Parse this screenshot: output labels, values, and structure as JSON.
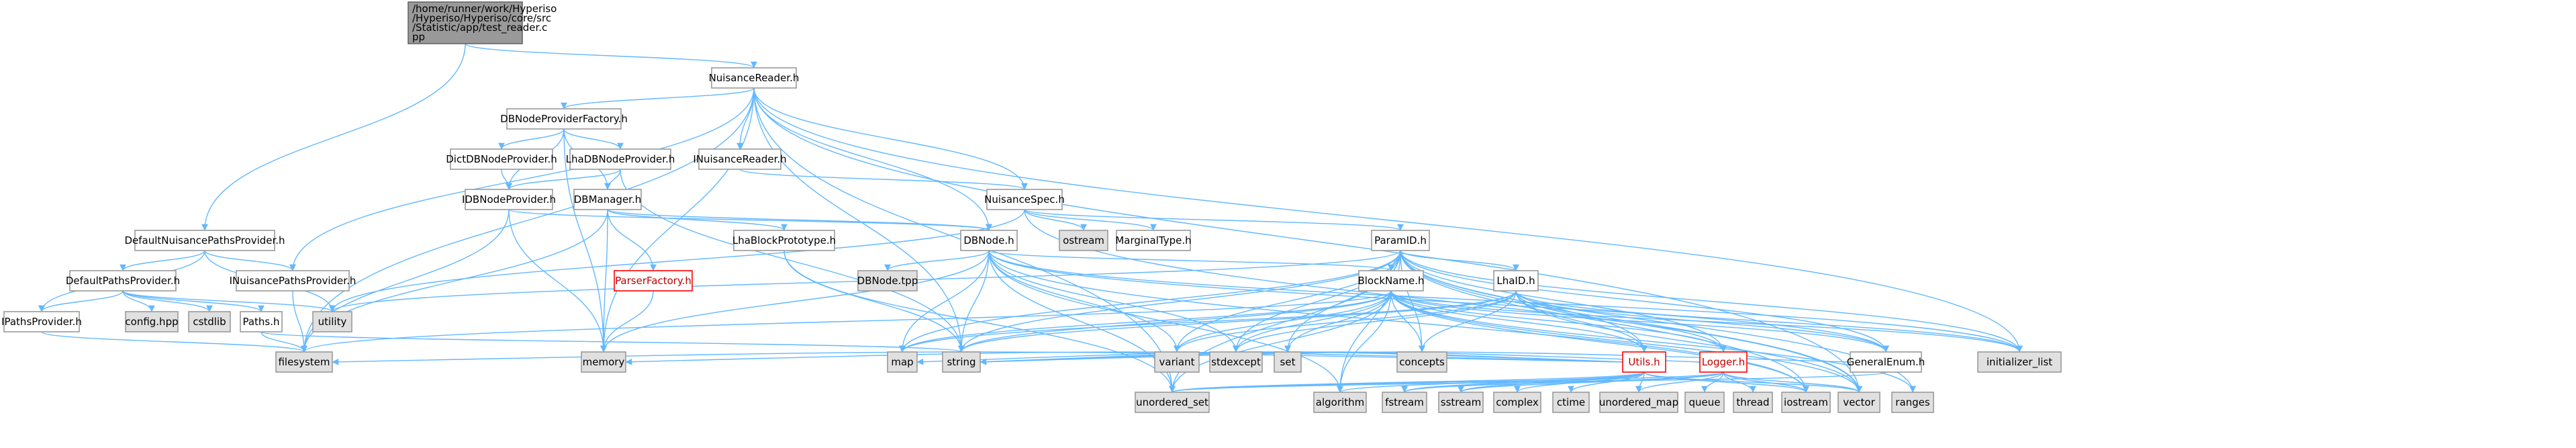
{
  "nodes": [
    {
      "id": "test_reader",
      "label": "/home/runner/work/Hyperiso/Hyperiso/Hyperiso/core/src/Statistic/app/test_reader.cpp",
      "style": "root"
    },
    {
      "id": "NuisanceReader",
      "label": "NuisanceReader.h",
      "style": "normal"
    },
    {
      "id": "DefaultNuisancePathsProvider",
      "label": "DefaultNuisancePathsProvider.h",
      "style": "normal"
    },
    {
      "id": "DBNodeProviderFactory",
      "label": "DBNodeProviderFactory.h",
      "style": "normal"
    },
    {
      "id": "INuisanceReader",
      "label": "INuisanceReader.h",
      "style": "normal"
    },
    {
      "id": "DictDBNodeProvider",
      "label": "DictDBNodeProvider.h",
      "style": "normal"
    },
    {
      "id": "LhaDBNodeProvider",
      "label": "LhaDBNodeProvider.h",
      "style": "normal"
    },
    {
      "id": "IDBNodeProvider",
      "label": "IDBNodeProvider.h",
      "style": "normal"
    },
    {
      "id": "DBManager",
      "label": "DBManager.h",
      "style": "normal"
    },
    {
      "id": "NuisanceSpec",
      "label": "NuisanceSpec.h",
      "style": "normal"
    },
    {
      "id": "ostream",
      "label": "ostream",
      "style": "gray"
    },
    {
      "id": "MarginalType",
      "label": "MarginalType.h",
      "style": "normal"
    },
    {
      "id": "ParamID",
      "label": "ParamID.h",
      "style": "normal"
    },
    {
      "id": "LhaBlockPrototype",
      "label": "LhaBlockPrototype.h",
      "style": "normal"
    },
    {
      "id": "DBNode",
      "label": "DBNode.h",
      "style": "normal"
    },
    {
      "id": "ParserFactory",
      "label": "ParserFactory.h",
      "style": "red"
    },
    {
      "id": "DBNodetpp",
      "label": "DBNode.tpp",
      "style": "gray"
    },
    {
      "id": "BlockName",
      "label": "BlockName.h",
      "style": "normal"
    },
    {
      "id": "LhaID",
      "label": "LhaID.h",
      "style": "normal"
    },
    {
      "id": "DefaultPathsProvider",
      "label": "DefaultPathsProvider.h",
      "style": "normal"
    },
    {
      "id": "INuisancePathsProvider",
      "label": "INuisancePathsProvider.h",
      "style": "normal"
    },
    {
      "id": "IPathsProvider",
      "label": "IPathsProvider.h",
      "style": "normal"
    },
    {
      "id": "configHpp",
      "label": "config.hpp",
      "style": "gray"
    },
    {
      "id": "cstdlib",
      "label": "cstdlib",
      "style": "gray"
    },
    {
      "id": "Paths",
      "label": "Paths.h",
      "style": "normal"
    },
    {
      "id": "utility",
      "label": "utility",
      "style": "gray"
    },
    {
      "id": "filesystem",
      "label": "filesystem",
      "style": "gray"
    },
    {
      "id": "memory",
      "label": "memory",
      "style": "gray"
    },
    {
      "id": "map",
      "label": "map",
      "style": "gray"
    },
    {
      "id": "string",
      "label": "string",
      "style": "gray"
    },
    {
      "id": "unordered_set",
      "label": "unordered_set",
      "style": "gray"
    },
    {
      "id": "algorithm",
      "label": "algorithm",
      "style": "gray"
    },
    {
      "id": "fstream",
      "label": "fstream",
      "style": "gray"
    },
    {
      "id": "sstream",
      "label": "sstream",
      "style": "gray"
    },
    {
      "id": "complex",
      "label": "complex",
      "style": "gray"
    },
    {
      "id": "ctime",
      "label": "ctime",
      "style": "gray"
    },
    {
      "id": "unordered_map",
      "label": "unordered_map",
      "style": "gray"
    },
    {
      "id": "queue",
      "label": "queue",
      "style": "gray"
    },
    {
      "id": "thread",
      "label": "thread",
      "style": "gray"
    },
    {
      "id": "iostream",
      "label": "iostream",
      "style": "gray"
    },
    {
      "id": "vector",
      "label": "vector",
      "style": "gray"
    },
    {
      "id": "ranges",
      "label": "ranges",
      "style": "gray"
    },
    {
      "id": "variant",
      "label": "variant",
      "style": "gray"
    },
    {
      "id": "stdexcept",
      "label": "stdexcept",
      "style": "gray"
    },
    {
      "id": "set",
      "label": "set",
      "style": "gray"
    },
    {
      "id": "concepts",
      "label": "concepts",
      "style": "gray"
    },
    {
      "id": "Utils",
      "label": "Utils.h",
      "style": "red"
    },
    {
      "id": "Logger",
      "label": "Logger.h",
      "style": "red"
    },
    {
      "id": "GeneralEnum",
      "label": "GeneralEnum.h",
      "style": "normal"
    },
    {
      "id": "initializer_list",
      "label": "initializer_list",
      "style": "gray"
    }
  ],
  "edges": [
    [
      "test_reader",
      "NuisanceReader"
    ],
    [
      "test_reader",
      "DefaultNuisancePathsProvider"
    ],
    [
      "NuisanceReader",
      "DBNodeProviderFactory"
    ],
    [
      "NuisanceReader",
      "INuisanceReader"
    ],
    [
      "NuisanceReader",
      "NuisanceSpec"
    ],
    [
      "NuisanceReader",
      "DBNode"
    ],
    [
      "NuisanceReader",
      "INuisancePathsProvider"
    ],
    [
      "NuisanceReader",
      "filesystem"
    ],
    [
      "NuisanceReader",
      "memory"
    ],
    [
      "NuisanceReader",
      "string"
    ],
    [
      "NuisanceReader",
      "unordered_set"
    ],
    [
      "NuisanceReader",
      "initializer_list"
    ],
    [
      "NuisanceReader",
      "vector"
    ],
    [
      "DBNodeProviderFactory",
      "DictDBNodeProvider"
    ],
    [
      "DBNodeProviderFactory",
      "LhaDBNodeProvider"
    ],
    [
      "DBNodeProviderFactory",
      "IDBNodeProvider"
    ],
    [
      "DBNodeProviderFactory",
      "DBManager"
    ],
    [
      "DBNodeProviderFactory",
      "memory"
    ],
    [
      "DictDBNodeProvider",
      "IDBNodeProvider"
    ],
    [
      "LhaDBNodeProvider",
      "IDBNodeProvider"
    ],
    [
      "LhaDBNodeProvider",
      "DBManager"
    ],
    [
      "LhaDBNodeProvider",
      "string"
    ],
    [
      "IDBNodeProvider",
      "DBNode"
    ],
    [
      "IDBNodeProvider",
      "filesystem"
    ],
    [
      "IDBNodeProvider",
      "memory"
    ],
    [
      "DBManager",
      "LhaBlockPrototype"
    ],
    [
      "DBManager",
      "ParserFactory"
    ],
    [
      "DBManager",
      "DBNode"
    ],
    [
      "DBManager",
      "filesystem"
    ],
    [
      "DBManager",
      "memory"
    ],
    [
      "ParserFactory",
      "memory"
    ],
    [
      "INuisanceReader",
      "NuisanceSpec"
    ],
    [
      "NuisanceSpec",
      "ostream"
    ],
    [
      "NuisanceSpec",
      "MarginalType"
    ],
    [
      "NuisanceSpec",
      "ParamID"
    ],
    [
      "NuisanceSpec",
      "utility"
    ],
    [
      "NuisanceSpec",
      "vector"
    ],
    [
      "LhaBlockPrototype",
      "string"
    ],
    [
      "LhaBlockPrototype",
      "unordered_set"
    ],
    [
      "DBNode",
      "DBNodetpp"
    ],
    [
      "DBNode",
      "BlockName"
    ],
    [
      "DBNode",
      "variant"
    ],
    [
      "DBNode",
      "stdexcept"
    ],
    [
      "DBNode",
      "map"
    ],
    [
      "DBNode",
      "string"
    ],
    [
      "DBNode",
      "memory"
    ],
    [
      "DBNode",
      "unordered_set"
    ],
    [
      "DBNode",
      "algorithm"
    ],
    [
      "DBNode",
      "GeneralEnum"
    ],
    [
      "DBNode",
      "initializer_list"
    ],
    [
      "DBNode",
      "iostream"
    ],
    [
      "ParamID",
      "BlockName"
    ],
    [
      "ParamID",
      "LhaID"
    ],
    [
      "ParamID",
      "variant"
    ],
    [
      "ParamID",
      "stdexcept"
    ],
    [
      "ParamID",
      "set"
    ],
    [
      "ParamID",
      "concepts"
    ],
    [
      "ParamID",
      "Utils"
    ],
    [
      "ParamID",
      "Logger"
    ],
    [
      "ParamID",
      "GeneralEnum"
    ],
    [
      "ParamID",
      "initializer_list"
    ],
    [
      "ParamID",
      "map"
    ],
    [
      "ParamID",
      "string"
    ],
    [
      "ParamID",
      "unordered_set"
    ],
    [
      "ParamID",
      "algorithm"
    ],
    [
      "ParamID",
      "vector"
    ],
    [
      "ParamID",
      "ranges"
    ],
    [
      "ParamID",
      "iostream"
    ],
    [
      "ParamID",
      "utility"
    ],
    [
      "BlockName",
      "variant"
    ],
    [
      "BlockName",
      "stdexcept"
    ],
    [
      "BlockName",
      "set"
    ],
    [
      "BlockName",
      "concepts"
    ],
    [
      "BlockName",
      "Utils"
    ],
    [
      "BlockName",
      "Logger"
    ],
    [
      "BlockName",
      "GeneralEnum"
    ],
    [
      "BlockName",
      "initializer_list"
    ],
    [
      "BlockName",
      "map"
    ],
    [
      "BlockName",
      "string"
    ],
    [
      "BlockName",
      "unordered_set"
    ],
    [
      "BlockName",
      "algorithm"
    ],
    [
      "BlockName",
      "vector"
    ],
    [
      "BlockName",
      "ranges"
    ],
    [
      "BlockName",
      "filesystem"
    ],
    [
      "BlockName",
      "iostream"
    ],
    [
      "LhaID",
      "variant"
    ],
    [
      "LhaID",
      "stdexcept"
    ],
    [
      "LhaID",
      "concepts"
    ],
    [
      "LhaID",
      "Utils"
    ],
    [
      "LhaID",
      "Logger"
    ],
    [
      "LhaID",
      "GeneralEnum"
    ],
    [
      "LhaID",
      "initializer_list"
    ],
    [
      "LhaID",
      "string"
    ],
    [
      "LhaID",
      "vector"
    ],
    [
      "LhaID",
      "map"
    ],
    [
      "Utils",
      "filesystem"
    ],
    [
      "Utils",
      "memory"
    ],
    [
      "Utils",
      "map"
    ],
    [
      "Utils",
      "string"
    ],
    [
      "Utils",
      "unordered_set"
    ],
    [
      "Utils",
      "algorithm"
    ],
    [
      "Utils",
      "fstream"
    ],
    [
      "Utils",
      "sstream"
    ],
    [
      "Utils",
      "complex"
    ],
    [
      "Utils",
      "ctime"
    ],
    [
      "Utils",
      "unordered_map"
    ],
    [
      "Utils",
      "iostream"
    ],
    [
      "Utils",
      "vector"
    ],
    [
      "Logger",
      "string"
    ],
    [
      "Logger",
      "unordered_set"
    ],
    [
      "Logger",
      "fstream"
    ],
    [
      "Logger",
      "sstream"
    ],
    [
      "Logger",
      "unordered_map"
    ],
    [
      "Logger",
      "queue"
    ],
    [
      "Logger",
      "thread"
    ],
    [
      "Logger",
      "iostream"
    ],
    [
      "Logger",
      "vector"
    ],
    [
      "GeneralEnum",
      "string"
    ],
    [
      "GeneralEnum",
      "unordered_set"
    ],
    [
      "DefaultNuisancePathsProvider",
      "DefaultPathsProvider"
    ],
    [
      "DefaultNuisancePathsProvider",
      "INuisancePathsProvider"
    ],
    [
      "DefaultNuisancePathsProvider",
      "IPathsProvider"
    ],
    [
      "DefaultNuisancePathsProvider",
      "utility"
    ],
    [
      "DefaultPathsProvider",
      "IPathsProvider"
    ],
    [
      "DefaultPathsProvider",
      "configHpp"
    ],
    [
      "DefaultPathsProvider",
      "cstdlib"
    ],
    [
      "DefaultPathsProvider",
      "Paths"
    ],
    [
      "DefaultPathsProvider",
      "utility"
    ],
    [
      "INuisancePathsProvider",
      "filesystem"
    ],
    [
      "IPathsProvider",
      "filesystem"
    ],
    [
      "Paths",
      "filesystem"
    ],
    [
      "Paths",
      "string"
    ]
  ]
}
